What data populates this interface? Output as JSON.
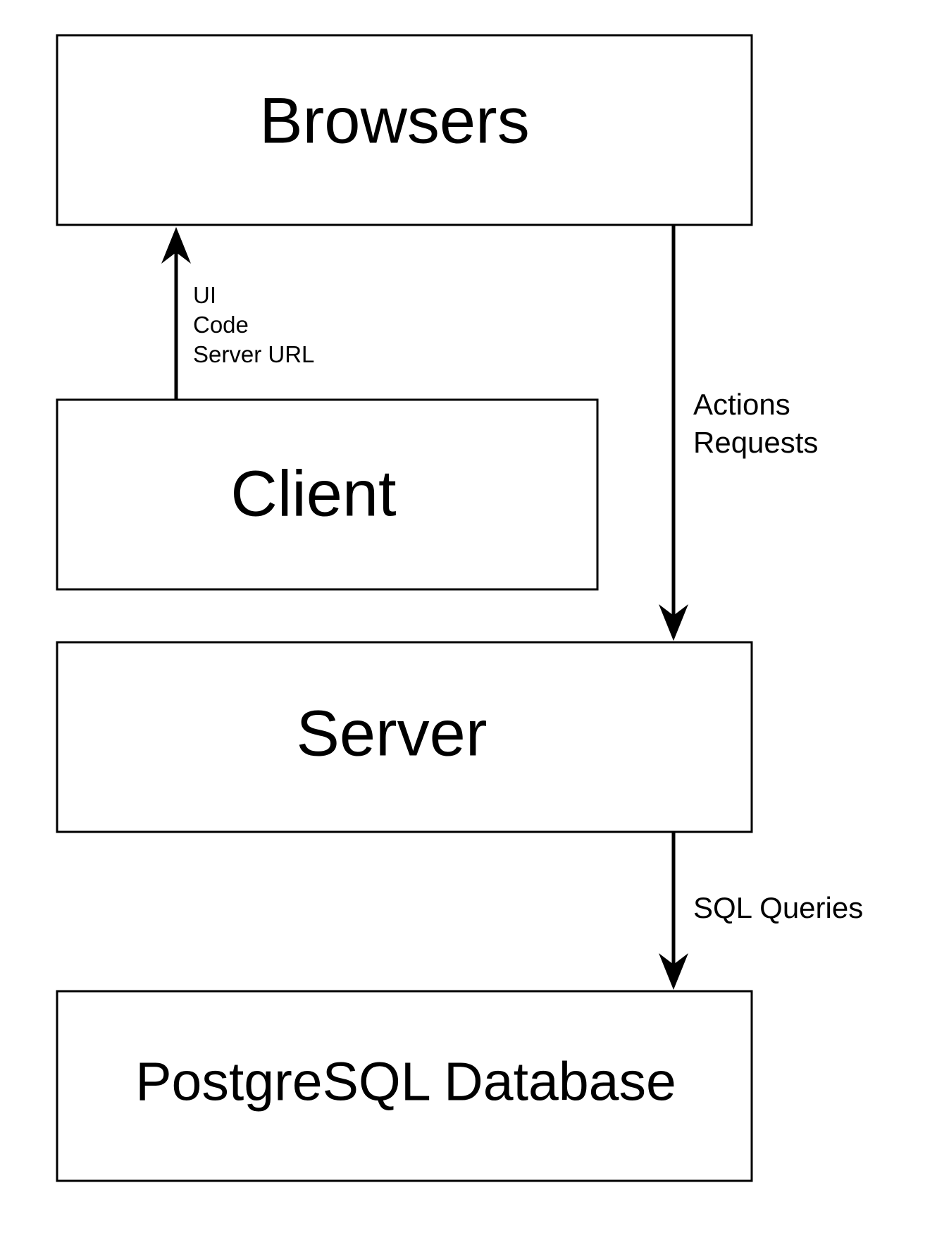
{
  "diagram": {
    "nodes": {
      "browsers": {
        "label": "Browsers"
      },
      "client": {
        "label": "Client"
      },
      "server": {
        "label": "Server"
      },
      "database": {
        "label": "PostgreSQL Database"
      }
    },
    "edges": {
      "client_to_browsers": {
        "from": "Client",
        "to": "Browsers",
        "lines": [
          "UI",
          "Code",
          "Server URL"
        ]
      },
      "browsers_to_server": {
        "from": "Browsers",
        "to": "Server",
        "lines": [
          "Actions",
          "Requests"
        ]
      },
      "server_to_database": {
        "from": "Server",
        "to": "PostgreSQL Database",
        "lines": [
          "SQL Queries"
        ]
      }
    },
    "colors": {
      "stroke": "#000000",
      "background": "#ffffff"
    }
  }
}
